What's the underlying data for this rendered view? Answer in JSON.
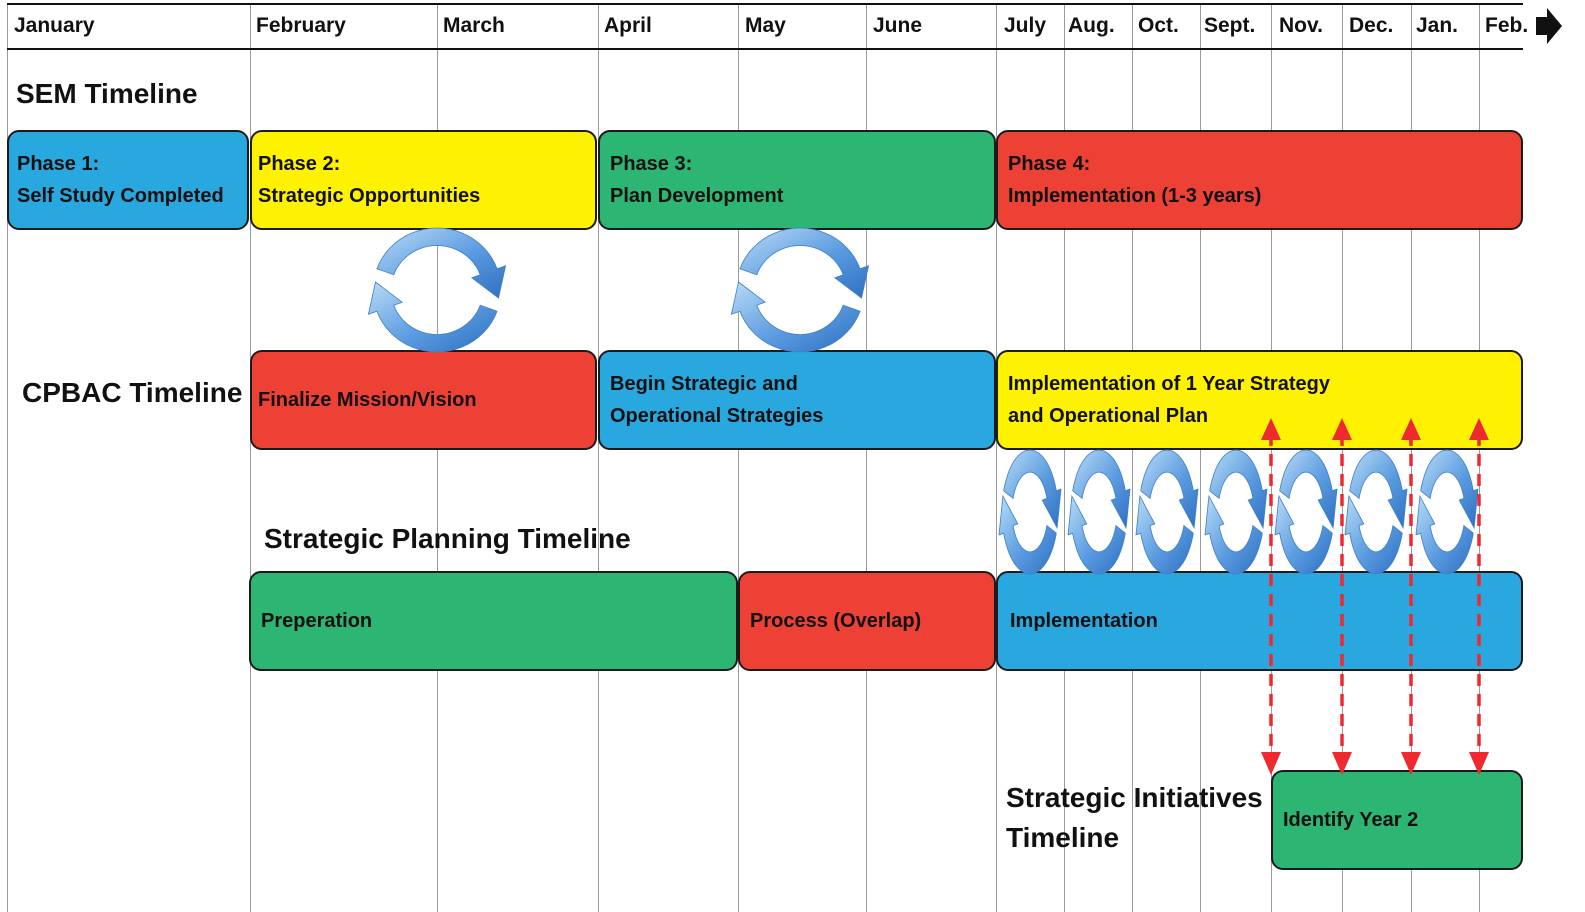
{
  "colors": {
    "blue": "#29a8e0",
    "yellow": "#fff200",
    "green": "#2db573",
    "red": "#ee4136",
    "arrow_blue": "#4a8fd6",
    "dashed_red": "#ee2a30"
  },
  "header": {
    "months": [
      "January",
      "February",
      "March",
      "April",
      "May",
      "June",
      "July",
      "Aug.",
      "Oct.",
      "Sept.",
      "Nov.",
      "Dec.",
      "Jan.",
      "Feb."
    ],
    "continue_icon": "right-arrow-icon"
  },
  "sem": {
    "title": "SEM Timeline",
    "phase1": "Phase 1:\nSelf Study Completed",
    "phase2": "Phase 2:\nStrategic Opportunities",
    "phase3": "Phase 3:\nPlan Development",
    "phase4": "Phase 4:\nImplementation (1-3 years)"
  },
  "cpbac": {
    "title": "CPBAC Timeline",
    "finalize": "Finalize Mission/Vision",
    "begin": "Begin Strategic and\nOperational Strategies",
    "implementation": "Implementation of 1 Year Strategy\nand Operational Plan"
  },
  "strategic_planning": {
    "title": "Strategic Planning Timeline",
    "preperation": "Preperation",
    "process": "Process (Overlap)",
    "implementation": "Implementation"
  },
  "strategic_initiatives": {
    "title": "Strategic Initiatives\nTimeline",
    "identify": "Identify Year 2"
  }
}
